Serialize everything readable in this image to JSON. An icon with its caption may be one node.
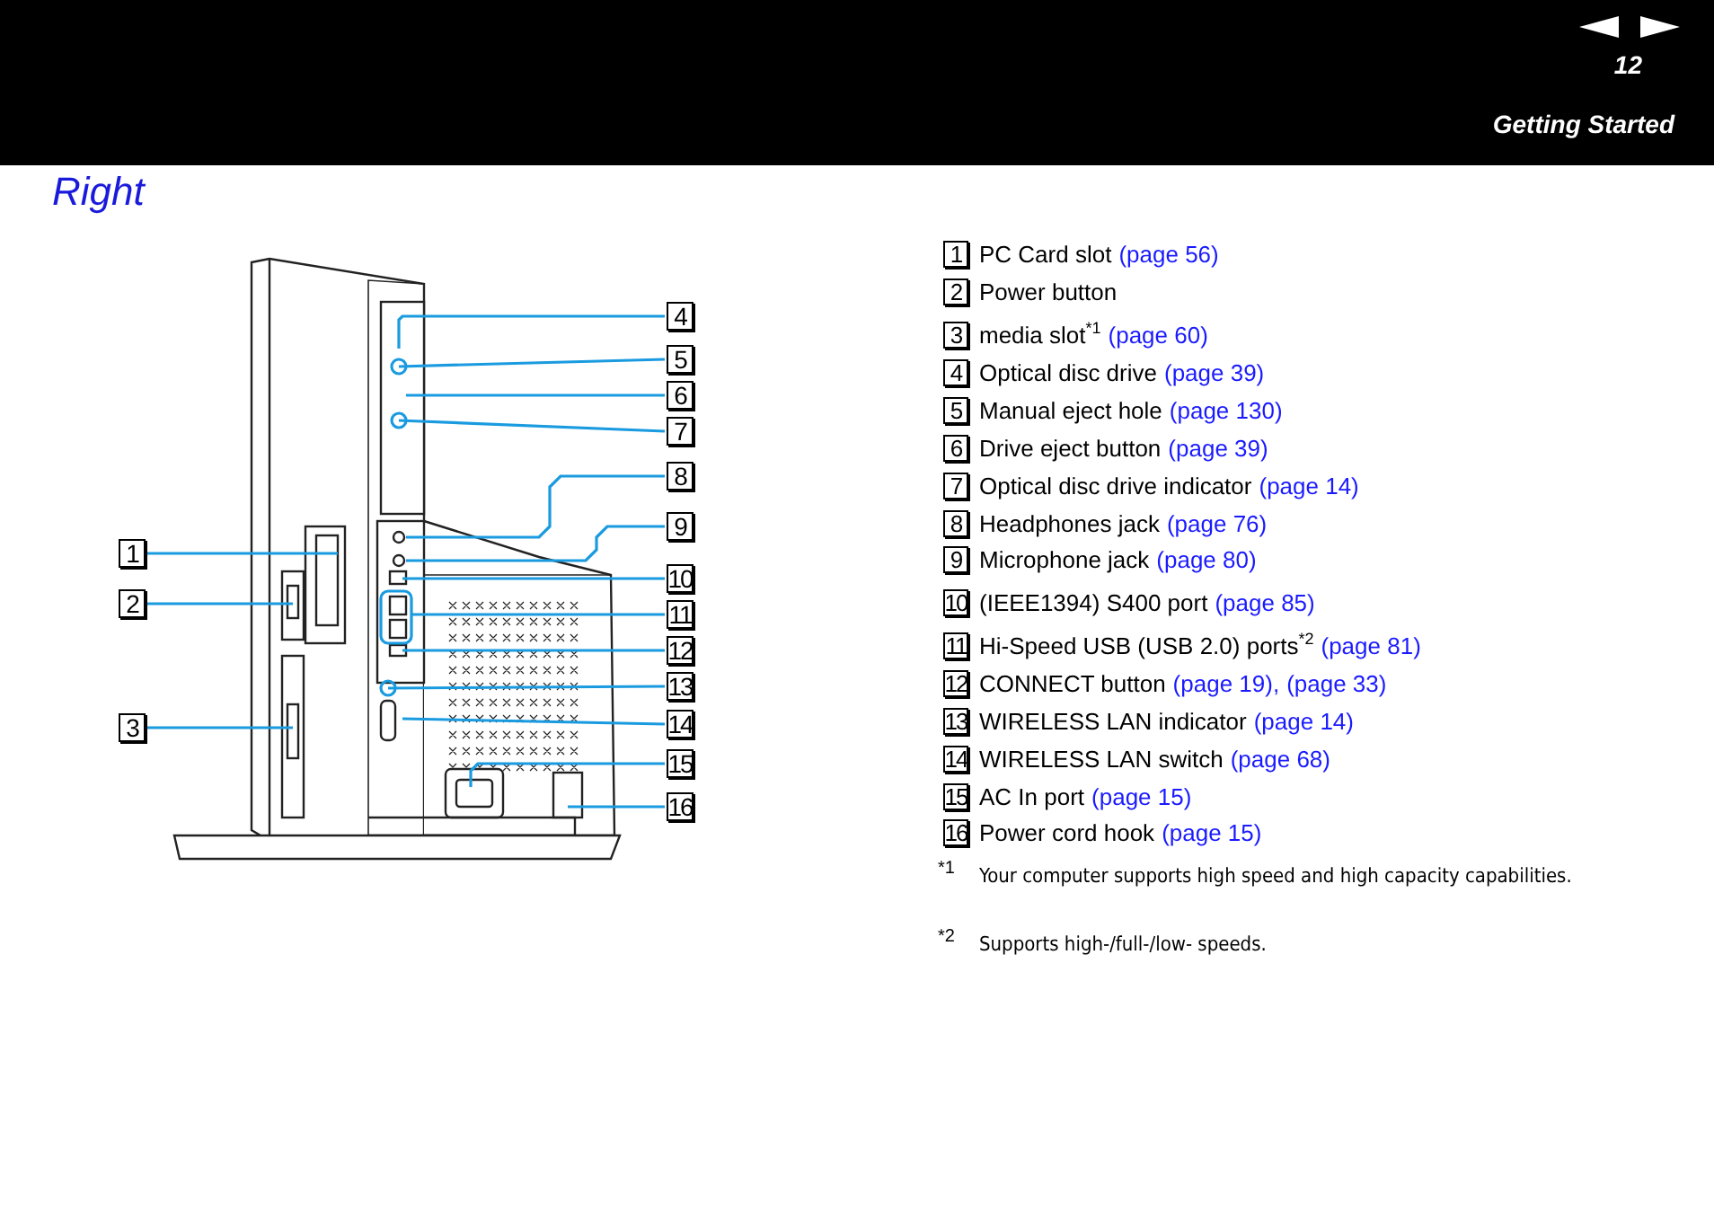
{
  "diagram": {
    "title": "Right",
    "nodes": [
      {
        "text": [
          "1"
        ]
      },
      {
        "text": [
          "2"
        ]
      },
      {
        "text": [
          "3"
        ]
      },
      {
        "text": [
          "4"
        ]
      },
      {
        "text": [
          "5"
        ]
      },
      {
        "text": [
          "6"
        ]
      },
      {
        "text": [
          "7"
        ]
      },
      {
        "text": [
          "8"
        ]
      },
      {
        "text": [
          "9"
        ]
      },
      {
        "text": [
          "10"
        ]
      },
      {
        "text": [
          "11"
        ]
      },
      {
        "text": [
          "12"
        ]
      },
      {
        "text": [
          "13"
        ]
      },
      {
        "text": [
          "14"
        ]
      },
      {
        "text": [
          "15"
        ]
      },
      {
        "text": [
          "16"
        ]
      }
    ],
    "edges": [
      {
        "from": 0,
        "to": null,
        "arrow": "none"
      },
      {
        "from": 1,
        "to": null,
        "arrow": "none"
      },
      {
        "from": 2,
        "to": null,
        "arrow": "none"
      },
      {
        "from": 3,
        "to": null,
        "arrow": "none"
      },
      {
        "from": 4,
        "to": null,
        "arrow": "other"
      },
      {
        "from": 5,
        "to": null,
        "arrow": "none"
      },
      {
        "from": 6,
        "to": null,
        "arrow": "other"
      },
      {
        "from": 7,
        "to": null,
        "arrow": "none"
      },
      {
        "from": 8,
        "to": null,
        "arrow": "none"
      },
      {
        "from": 9,
        "to": null,
        "arrow": "none"
      },
      {
        "from": 10,
        "to": null,
        "arrow": "none"
      },
      {
        "from": 11,
        "to": null,
        "arrow": "none"
      },
      {
        "from": 12,
        "to": null,
        "arrow": "other"
      },
      {
        "from": 13,
        "to": null,
        "arrow": "none"
      },
      {
        "from": 14,
        "to": null,
        "arrow": "none"
      },
      {
        "from": 15,
        "to": null,
        "arrow": "none"
      }
    ],
    "labels": [
      "12",
      "Getting Started",
      "1",
      "PC Card slot",
      "(page 56)",
      "2",
      "Power button",
      "3",
      "media slot$^{*1}$",
      "(page 60)",
      "4",
      "Optical disc drive",
      "(page 39)",
      "5",
      "Manual eject hole",
      "(page 130)",
      "6",
      "Drive eject button",
      "(page 39)",
      "7",
      "Optical disc drive indicator",
      "(page 14)",
      "8",
      "Headphones jack",
      "(page 76)",
      "9",
      "Microphone jack",
      "(page 80)",
      "10",
      "(IEEE1394) S400 port",
      "(page 85)",
      "11",
      "Hi-Speed USB (USB 2.0) ports$^{*2}$",
      "(page 81)",
      "12",
      "CONNECT button",
      "(page 19),",
      "(page 33)",
      "13",
      "WIRELESS LAN indicator",
      "(page 14)",
      "14",
      "WIRELESS LAN switch",
      "(page 68)",
      "15",
      "AC In port",
      "(page 15)",
      "16",
      "Power cord hook",
      "(page 15)",
      "*1",
      "Your computer supports high speed and high capacity capabilities.",
      "*2",
      "Supports high-/full-/low- speeds."
    ]
  }
}
